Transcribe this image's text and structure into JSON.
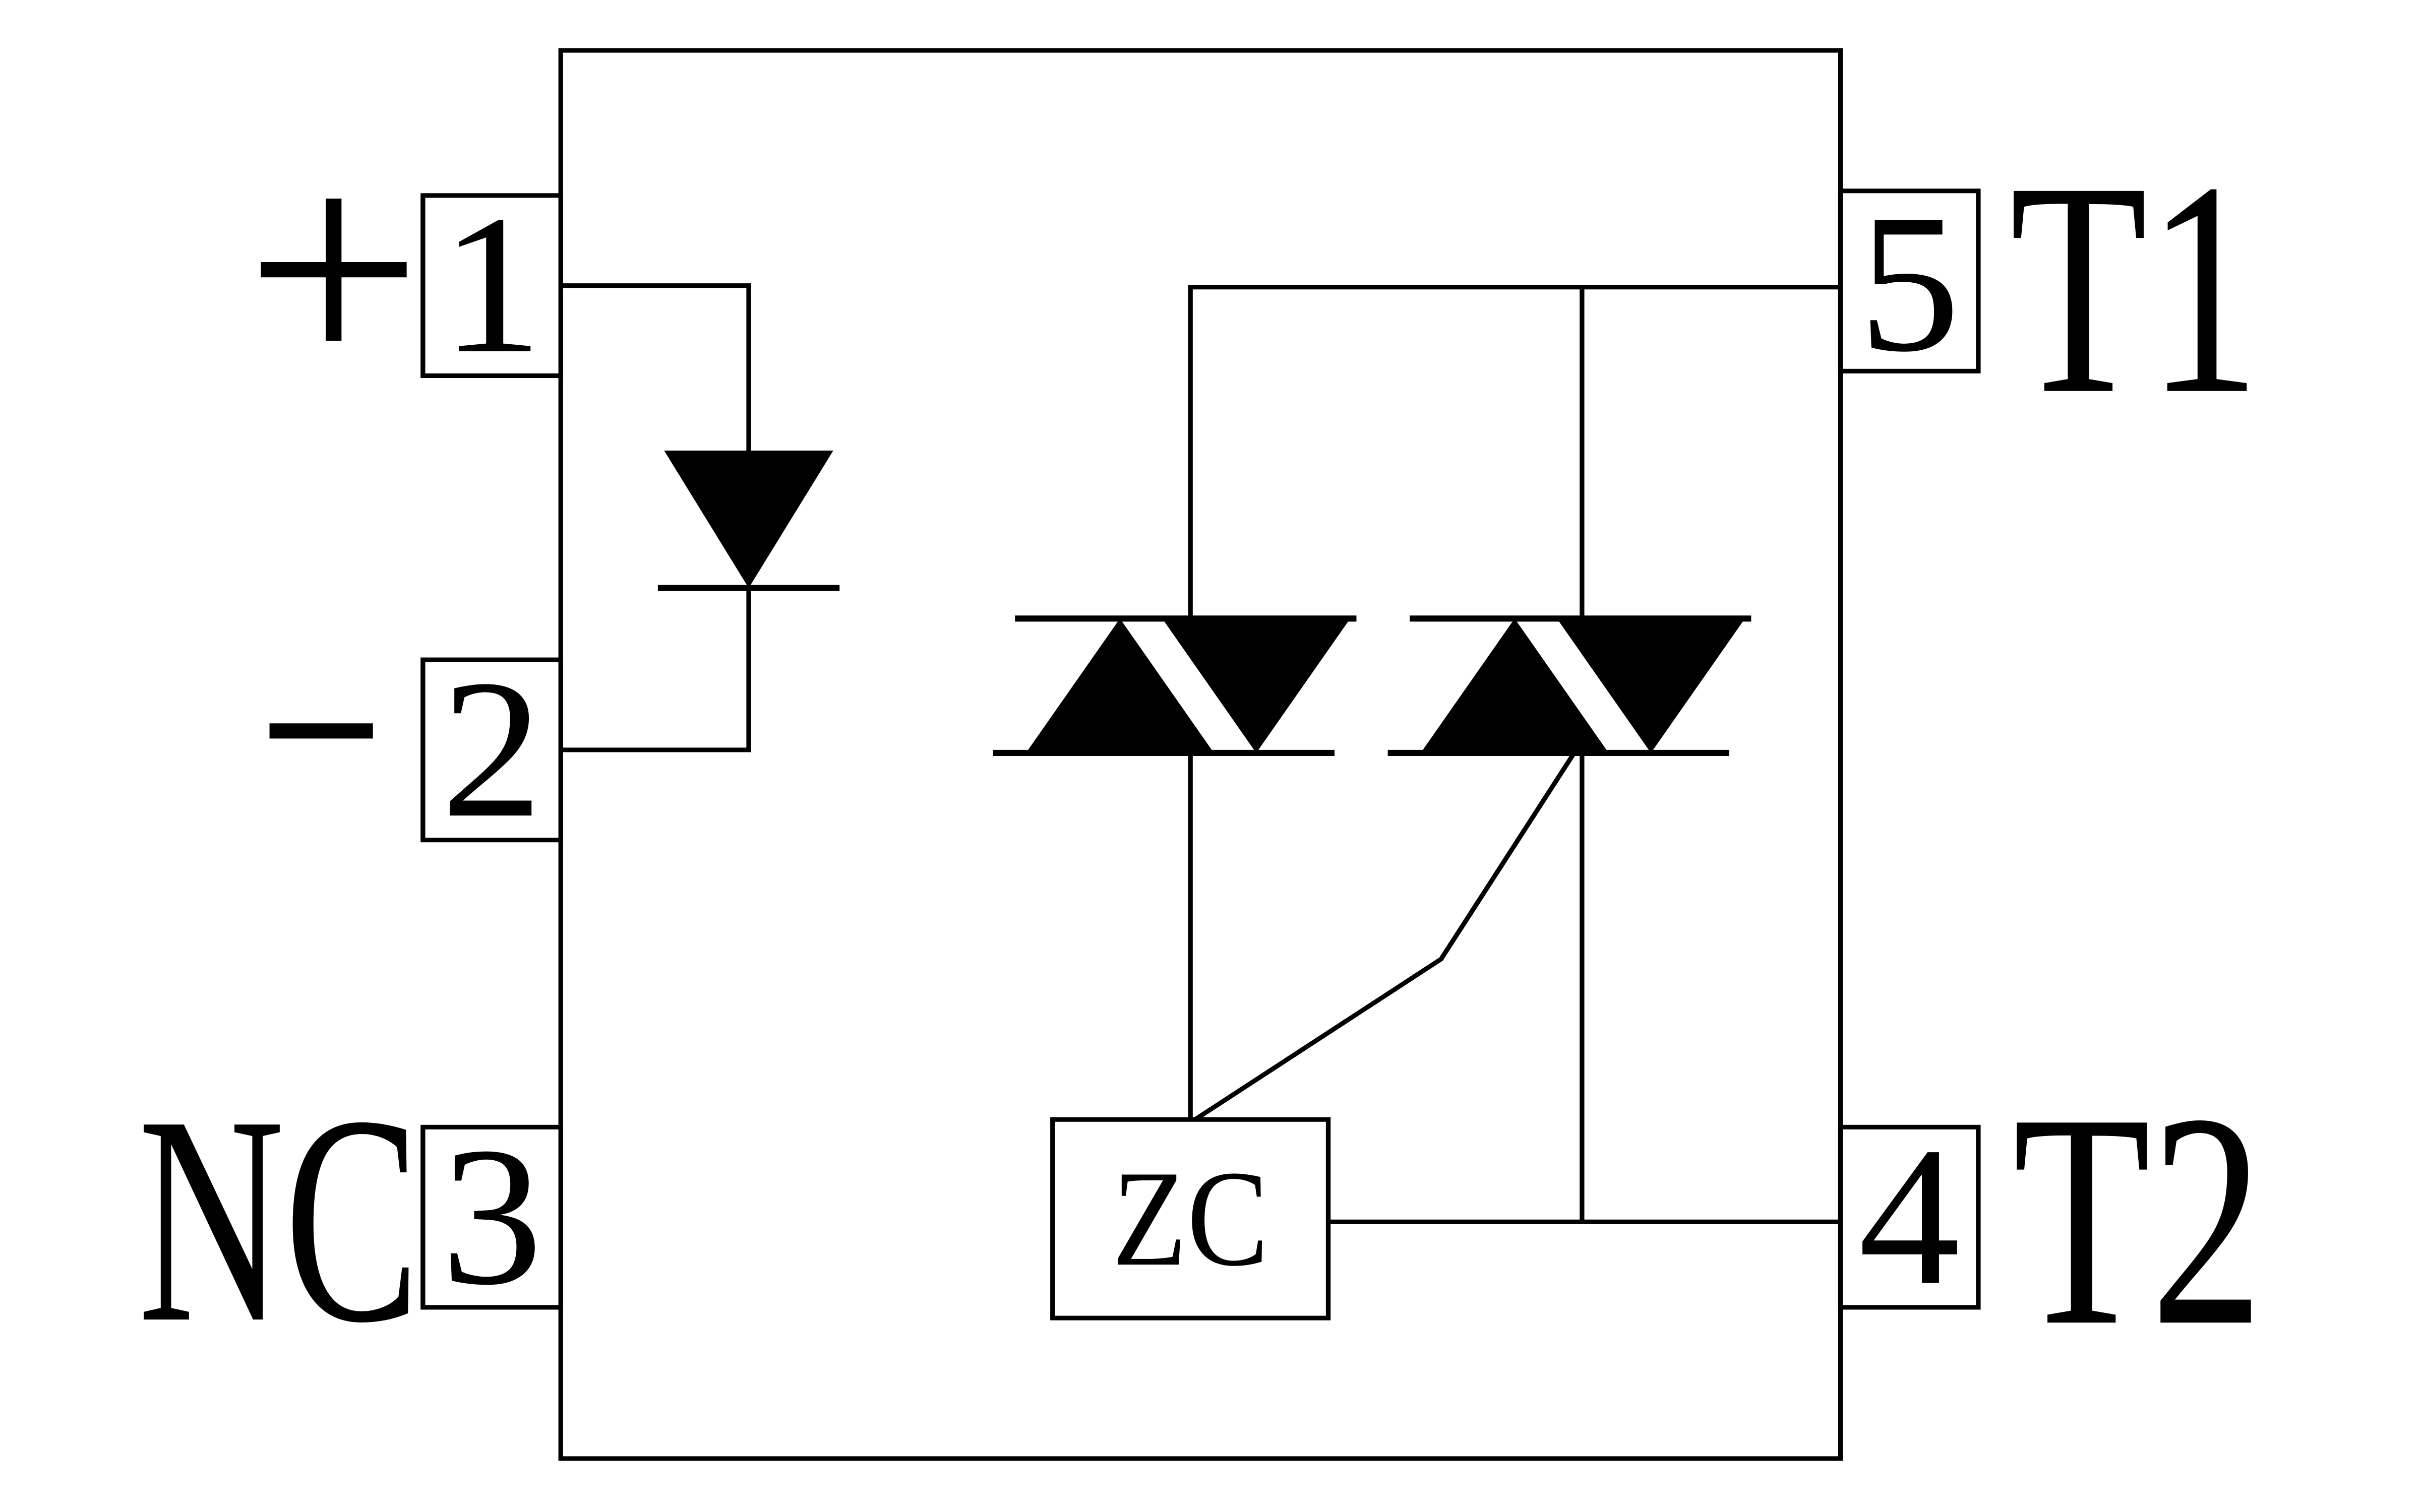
{
  "diagram": {
    "kind": "optocoupler-triac-driver-schematic",
    "pins": [
      {
        "number": "1",
        "label": "+"
      },
      {
        "number": "2",
        "label": "−"
      },
      {
        "number": "3",
        "label": "NC"
      },
      {
        "number": "4",
        "label": "T2"
      },
      {
        "number": "5",
        "label": "T1"
      }
    ],
    "zero_crossing": {
      "label": "ZC"
    },
    "symbols": [
      "led-diode-symbol",
      "triac-symbol",
      "triac-symbol",
      "zero-crossing-block"
    ],
    "colors": {
      "line": "#000000",
      "background": "#ffffff",
      "symbol_fill": "#000000"
    }
  }
}
